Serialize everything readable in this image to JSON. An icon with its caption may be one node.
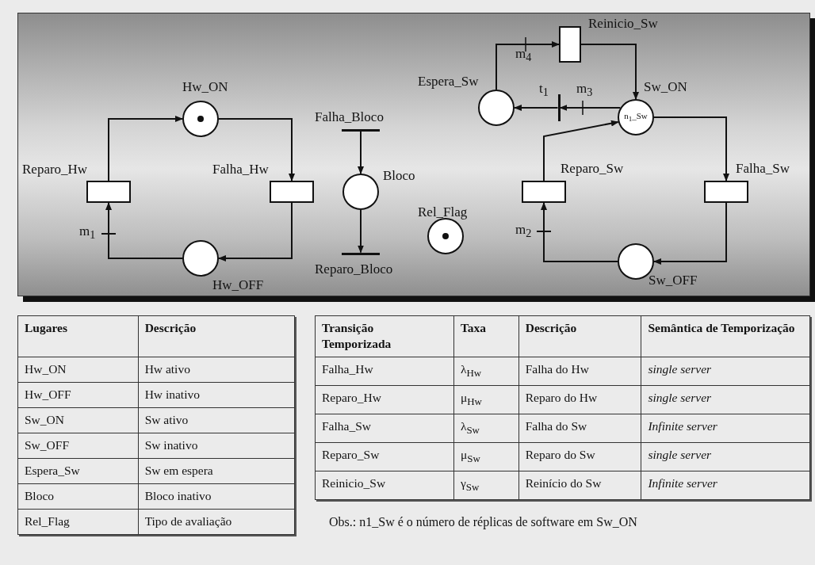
{
  "diagram": {
    "nodes": [
      {
        "text": [
          "Hw_ON"
        ]
      },
      {
        "text": [
          "Reparo_Hw"
        ]
      },
      {
        "text": [
          "Falha_Hw"
        ]
      },
      {
        "text": [
          "Hw_OFF"
        ]
      },
      {
        "text": [
          "Falha_Bloco"
        ]
      },
      {
        "text": [
          "Bloco"
        ]
      },
      {
        "text": [
          "Reparo_Bloco"
        ]
      },
      {
        "text": [
          "Rel_Flag"
        ]
      },
      {
        "text": [
          "Reinicio_Sw"
        ]
      },
      {
        "text": [
          "Espera_Sw"
        ]
      },
      {
        "text": [
          "t$_{1}$"
        ]
      },
      {
        "text": [
          "Sw_ON",
          "n$_{1}$_Sw"
        ]
      },
      {
        "text": [
          "Reparo_Sw"
        ]
      },
      {
        "text": [
          "Falha_Sw"
        ]
      },
      {
        "text": [
          "Sw_OFF"
        ]
      }
    ],
    "edges": [
      {
        "from": 1,
        "to": 0,
        "arrow": "to"
      },
      {
        "from": 0,
        "to": 2,
        "arrow": "to"
      },
      {
        "from": 2,
        "to": 3,
        "arrow": "to"
      },
      {
        "from": 3,
        "to": 1,
        "arrow": "to",
        "label": "m$_{1}$"
      },
      {
        "from": 4,
        "to": 5,
        "arrow": "to"
      },
      {
        "from": 5,
        "to": 6,
        "arrow": "to"
      },
      {
        "from": 9,
        "to": 8,
        "arrow": "to",
        "label": "m$_{4}$"
      },
      {
        "from": 8,
        "to": 11,
        "arrow": "to"
      },
      {
        "from": 11,
        "to": 10,
        "arrow": "to",
        "label": "m$_{3}$"
      },
      {
        "from": 10,
        "to": 9,
        "arrow": "to"
      },
      {
        "from": 11,
        "to": 13,
        "arrow": "to"
      },
      {
        "from": 13,
        "to": 14,
        "arrow": "to"
      },
      {
        "from": 14,
        "to": 12,
        "arrow": "to",
        "label": "m$_{2}$"
      },
      {
        "from": 12,
        "to": 11,
        "arrow": "to"
      }
    ],
    "labels": [
      "Lugares",
      "Descrição",
      "Hw_ON",
      "Hw ativo",
      "Hw_OFF",
      "Hw inativo",
      "Sw_ON",
      "Sw ativo",
      "Sw_OFF",
      "Sw inativo",
      "Espera_Sw",
      "Sw em espera",
      "Bloco",
      "Bloco inativo",
      "Rel_Flag",
      "Tipo de avaliação",
      "Transição Temporizada",
      "Taxa",
      "Descrição",
      "Semântica de Temporização",
      "Falha_Hw",
      "λ$_{Hw}$",
      "Falha do Hw",
      "single server",
      "Reparo_Hw",
      "μ$_{Hw}$",
      "Reparo do Hw",
      "single server",
      "Falha_Sw",
      "λ$_{Sw}$",
      "Falha do Sw",
      "Infinite server",
      "Reparo_Sw",
      "μ$_{Sw}$",
      "Reparo do Sw",
      "single server",
      "Reinicio_Sw",
      "γ$_{Sw}$",
      "Reinício do Sw",
      "Infinite server",
      "Obs.: n1_Sw é o número de  réplicas de software em Sw_ON"
    ]
  }
}
